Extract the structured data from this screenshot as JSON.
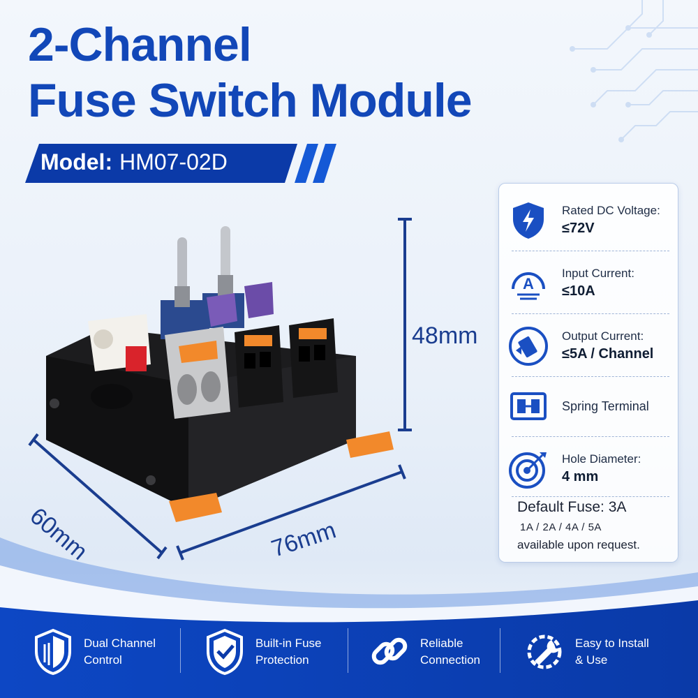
{
  "title": {
    "line1": "2-Channel",
    "line2": "Fuse Switch Module"
  },
  "model": {
    "label": "Model:",
    "value": "HM07-02D"
  },
  "dimensions": {
    "height": "48mm",
    "depth": "60mm",
    "width": "76mm"
  },
  "specs": [
    {
      "icon": "lightning-shield-icon",
      "label": "Rated DC Voltage:",
      "value": "≤72V"
    },
    {
      "icon": "ampere-meter-icon",
      "label": "Input Current:",
      "value": "≤10A"
    },
    {
      "icon": "fuse-output-icon",
      "label": "Output Current:",
      "value": "≤5A / Channel"
    },
    {
      "icon": "spring-terminal-icon",
      "label": "Spring Terminal",
      "value": ""
    },
    {
      "icon": "target-hole-icon",
      "label": "Hole Diameter:",
      "value": "4 mm"
    }
  ],
  "fuse": {
    "default": "Default Fuse: 3A",
    "options": "1A / 2A / 4A / 5A",
    "note": "available upon request."
  },
  "features": [
    {
      "icon": "shield-lines-icon",
      "line1": "Dual Channel",
      "line2": "Control"
    },
    {
      "icon": "shield-check-icon",
      "line1": "Built-in Fuse",
      "line2": "Protection"
    },
    {
      "icon": "chain-link-icon",
      "line1": "Reliable",
      "line2": "Connection"
    },
    {
      "icon": "wrench-gear-icon",
      "line1": "Easy to Install",
      "line2": "& Use"
    }
  ],
  "colors": {
    "brand_blue": "#1247b8",
    "dark_blue": "#0b3aa8",
    "terminal_orange": "#f2892b",
    "fuse_purple": "#7a5bb8",
    "indicator_red": "#d9232b"
  }
}
